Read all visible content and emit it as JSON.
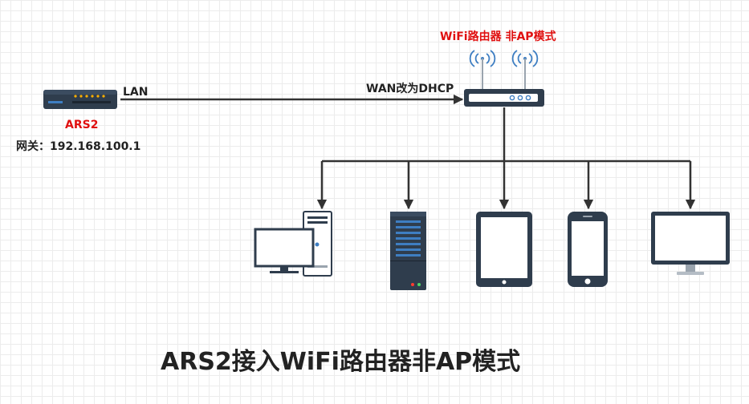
{
  "diagram": {
    "title": "ARS2接入WiFi路由器非AP模式",
    "ars2": {
      "name": "ARS2",
      "gateway_label": "网关：",
      "gateway_ip": "192.168.100.1",
      "port_label": "LAN"
    },
    "router": {
      "name": "WiFi路由器 非AP模式",
      "port_label": "WAN改为DHCP"
    },
    "devices": [
      {
        "kind": "desktop-pc"
      },
      {
        "kind": "server"
      },
      {
        "kind": "tablet"
      },
      {
        "kind": "smartphone"
      },
      {
        "kind": "monitor"
      }
    ],
    "colors": {
      "accent": "#e01010",
      "line": "#333333",
      "device_dark": "#2f3d4d",
      "device_blue": "#3e7ec2"
    }
  }
}
